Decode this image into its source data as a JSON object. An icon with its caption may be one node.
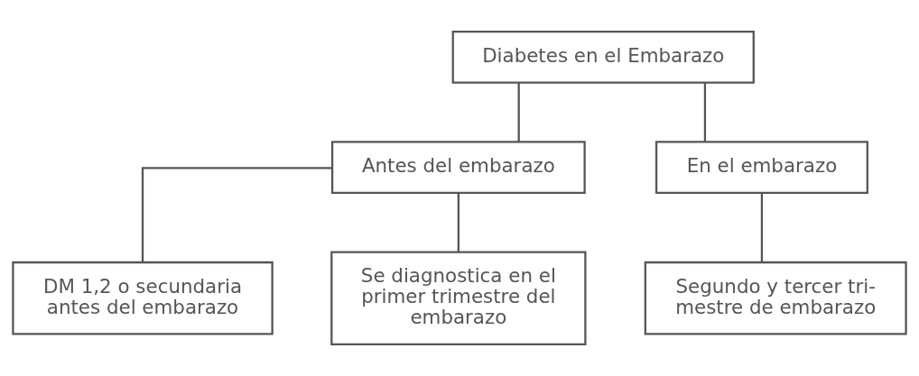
{
  "diagram": {
    "nodes": [
      {
        "text": [
          "Diabetes en el Embarazo"
        ]
      },
      {
        "text": [
          "Antes del embarazo"
        ]
      },
      {
        "text": [
          "En el embarazo"
        ]
      },
      {
        "text": [
          "DM 1,2 o secundaria antes del embarazo"
        ]
      },
      {
        "text": [
          "Se diagnostica en el primer trimestre del embarazo"
        ]
      },
      {
        "text": [
          "Segundo y tercer tri- mestre de embarazo"
        ]
      }
    ],
    "edges": [
      {
        "from": 0,
        "to": 1,
        "arrow": "none"
      },
      {
        "from": 0,
        "to": 2,
        "arrow": "none"
      },
      {
        "from": 1,
        "to": 3,
        "arrow": "none"
      },
      {
        "from": 1,
        "to": 4,
        "arrow": "none"
      },
      {
        "from": 2,
        "to": 5,
        "arrow": "none"
      }
    ]
  }
}
